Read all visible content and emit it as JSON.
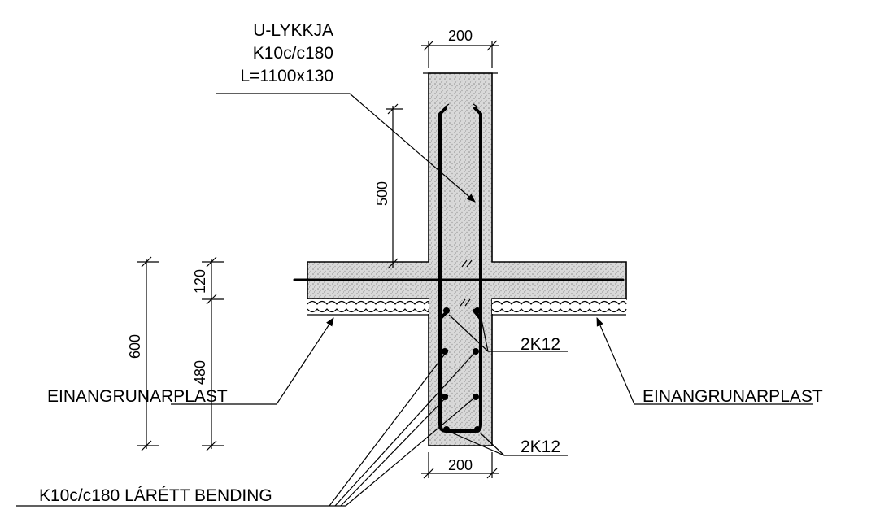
{
  "labels": {
    "rebar_title": "U-LYKKJA",
    "rebar_spec": "K10c/c180",
    "rebar_length": "L=1100x130",
    "dim_top_width": "200",
    "dim_bottom_width": "200",
    "dim_500": "500",
    "dim_120": "120",
    "dim_600": "600",
    "dim_480": "480",
    "insulation_left": "EINANGRUNARPLAST",
    "insulation_right": "EINANGRUNARPLAST",
    "bars_middle": "2K12",
    "bars_bottom": "2K12",
    "horizontal_bending": "K10c/c180 LÁRÉTT BENDING"
  }
}
